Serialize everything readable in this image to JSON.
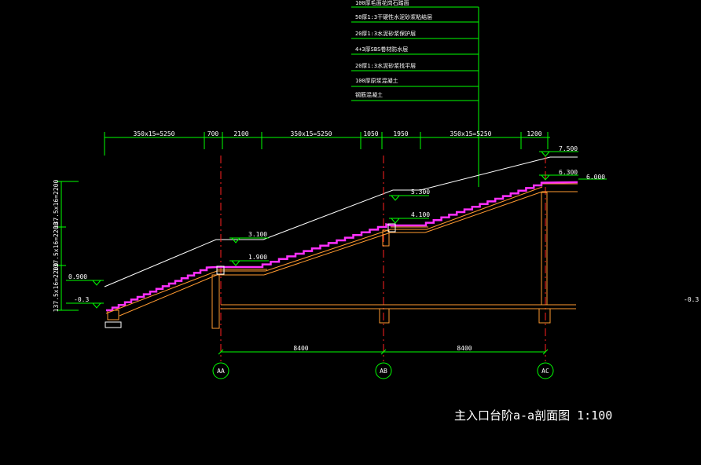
{
  "title": "主入口台阶a-a剖面图 1:100",
  "layer_notes": [
    "100厚毛面花岗石踏面",
    "50厚1:3干硬性水泥砂浆粘结层",
    "20厚1:3水泥砂浆保护层",
    "4+3厚SBS卷材防水层",
    "20厚1:3水泥砂浆找平层",
    "100厚原浆混凝土",
    "钢筋混凝土"
  ],
  "top_dimensions": [
    "350x15=5250",
    "700",
    "2100",
    "350x15=5250",
    "1050",
    "1950",
    "350x15=5250",
    "1200"
  ],
  "elevations": {
    "e7500": "7.500",
    "e6300": "6.300",
    "e6000": "6.000",
    "e5300": "5.300",
    "e4100": "4.100",
    "e3100": "3.100",
    "e1900": "1.900",
    "e0900": "0.900",
    "em03_left": "-0.3",
    "em03_right": "-0.3"
  },
  "left_dimensions": [
    "137.5x16=2200",
    "137.5x16=2200",
    "137.5x16=2200"
  ],
  "bottom_dimensions": [
    "8400",
    "8400"
  ],
  "axes": [
    "AA",
    "AB",
    "AC"
  ]
}
